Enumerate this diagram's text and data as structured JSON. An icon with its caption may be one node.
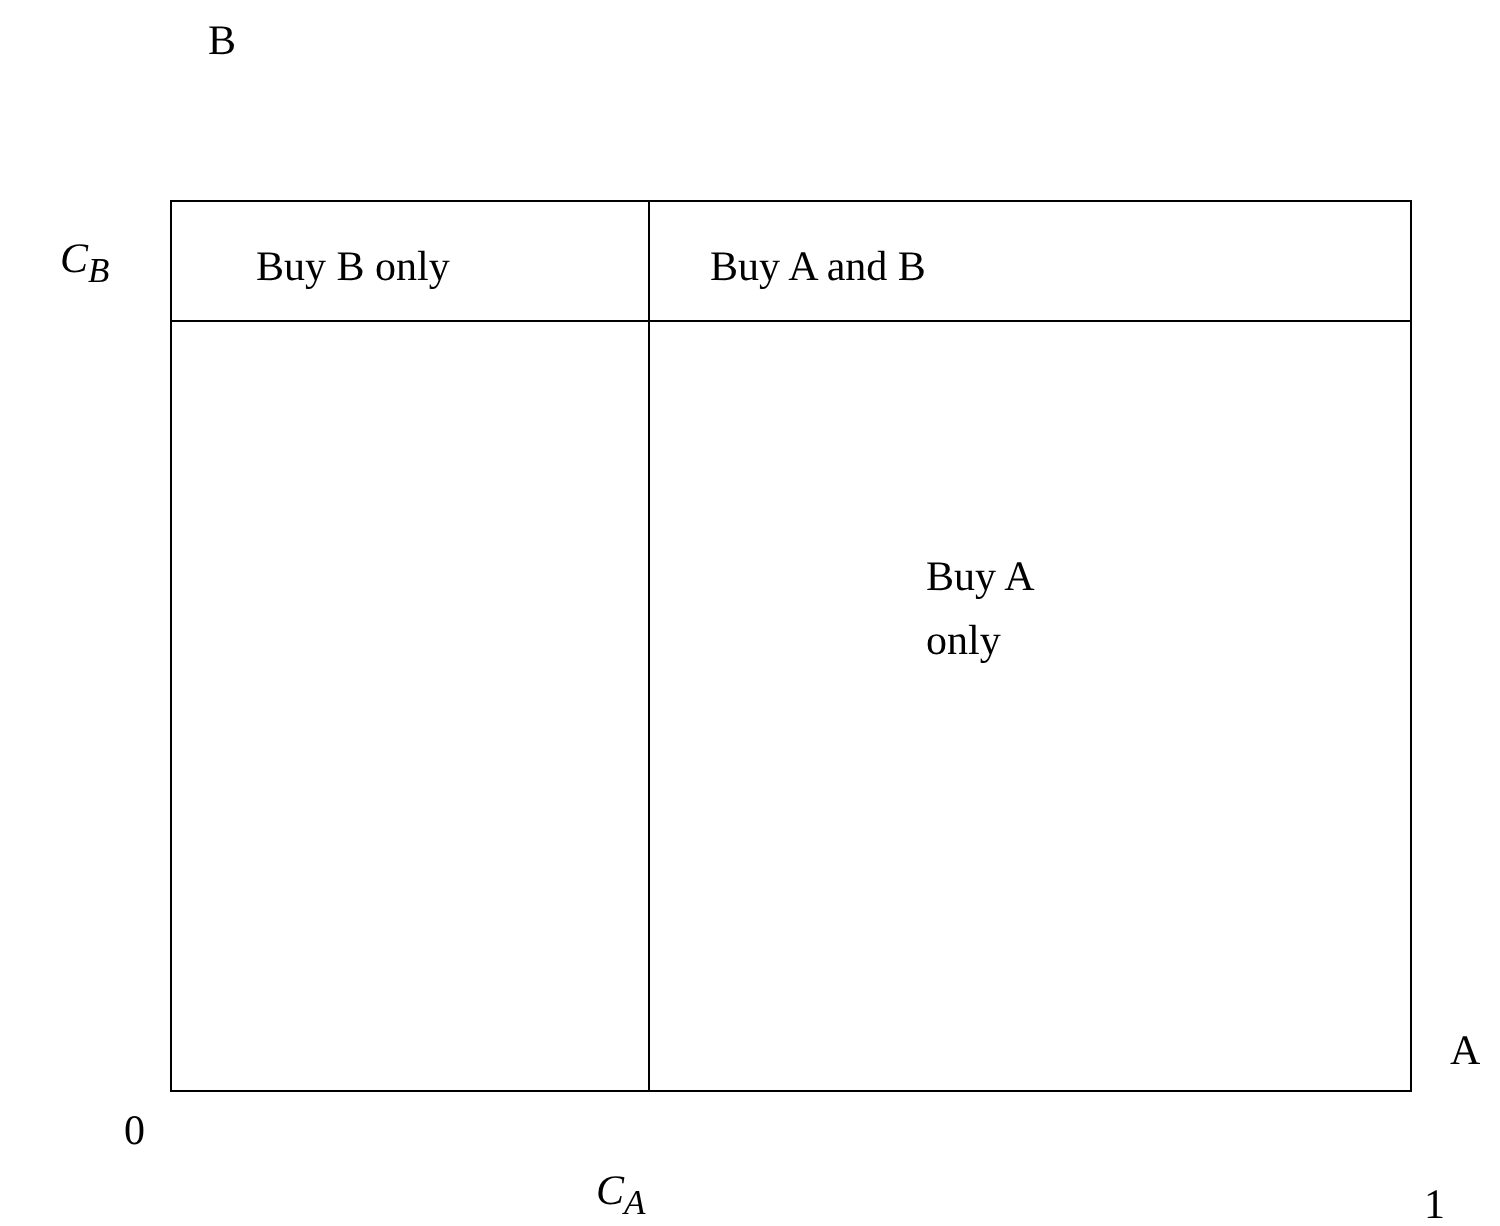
{
  "diagram": {
    "nodes": [
      {
        "text": [
          "Buy B only"
        ]
      },
      {
        "text": [
          "Buy A and B"
        ]
      },
      {
        "text": [],
        "shape": "box"
      },
      {
        "text": [
          "Buy A only"
        ]
      }
    ],
    "edges": [],
    "labels": [
      "B",
      "C$_{B}$",
      "A",
      "0",
      "C$_{A}$",
      "1"
    ]
  }
}
